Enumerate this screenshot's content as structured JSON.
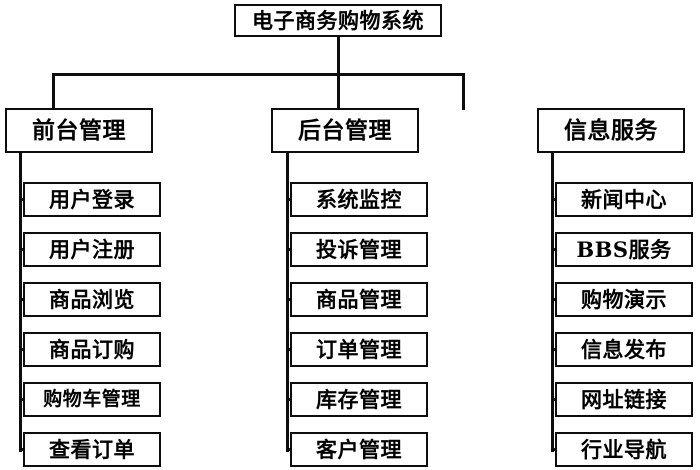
{
  "diagram": {
    "title": "电子商务购物系统",
    "type": "organization-tree",
    "root": {
      "label": "电子商务购物系统"
    },
    "branches": [
      {
        "id": "front-office",
        "label": "前台管理",
        "items": [
          {
            "label": "用户登录"
          },
          {
            "label": "用户注册"
          },
          {
            "label": "商品浏览"
          },
          {
            "label": "商品订购"
          },
          {
            "label": "购物车管理"
          },
          {
            "label": "查看订单"
          }
        ]
      },
      {
        "id": "back-office",
        "label": "后台管理",
        "items": [
          {
            "label": "系统监控"
          },
          {
            "label": "投诉管理"
          },
          {
            "label": "商品管理"
          },
          {
            "label": "订单管理"
          },
          {
            "label": "库存管理"
          },
          {
            "label": "客户管理"
          }
        ]
      },
      {
        "id": "information-service",
        "label": "信息服务",
        "items": [
          {
            "label": "新闻中心"
          },
          {
            "label": "BBS服务"
          },
          {
            "label": "购物演示"
          },
          {
            "label": "信息发布"
          },
          {
            "label": "网址链接"
          },
          {
            "label": "行业导航"
          }
        ]
      }
    ],
    "colors": {
      "background": "#ffffff",
      "border": "#0d0d0d",
      "text": "#000000"
    }
  }
}
